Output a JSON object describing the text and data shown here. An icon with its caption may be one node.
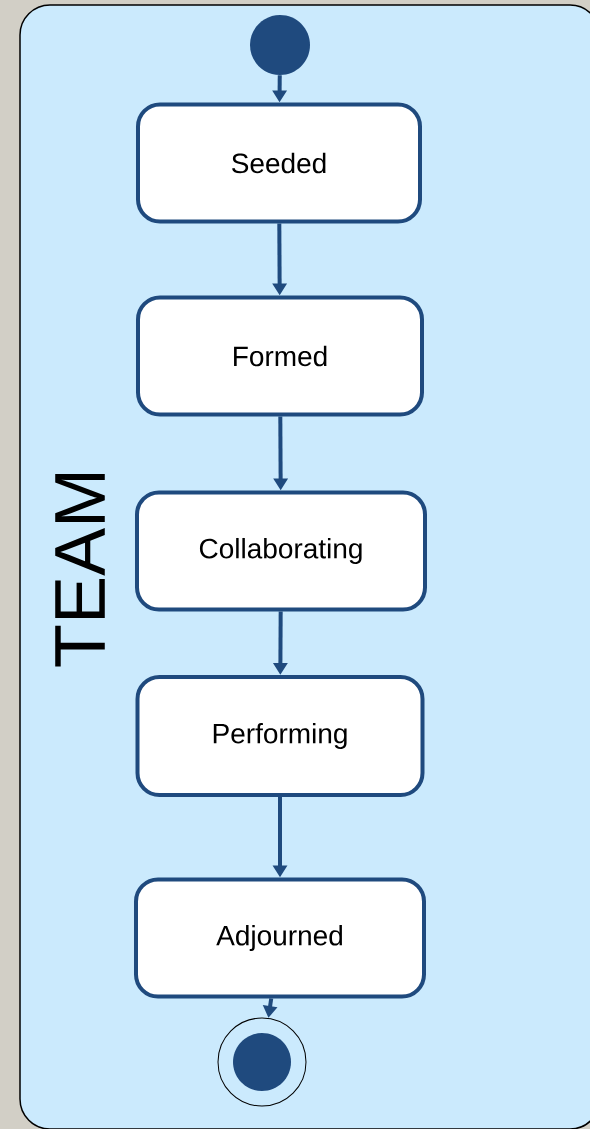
{
  "diagram": {
    "nodes": [
      {
        "text": [
          "TEAM"
        ]
      },
      {
        "text": [],
        "shape": "circle",
        "in": 0
      },
      {
        "text": [
          "Seeded"
        ],
        "in": 0
      },
      {
        "text": [
          "Formed"
        ],
        "in": 0
      },
      {
        "text": [
          "Collaborating"
        ],
        "in": 0
      },
      {
        "text": [
          "Performing"
        ],
        "in": 0
      },
      {
        "text": [
          "Adjourned"
        ],
        "in": 0
      },
      {
        "text": [],
        "shape": "circle",
        "in": 0
      }
    ],
    "edges": [
      {
        "from": 1,
        "to": 2,
        "arrow": "to"
      },
      {
        "from": 2,
        "to": 3,
        "arrow": "to"
      },
      {
        "from": 3,
        "to": 4,
        "arrow": "to"
      },
      {
        "from": 4,
        "to": 5,
        "arrow": "to"
      },
      {
        "from": 5,
        "to": 6,
        "arrow": "to"
      },
      {
        "from": 6,
        "to": 7,
        "arrow": "to"
      }
    ]
  }
}
